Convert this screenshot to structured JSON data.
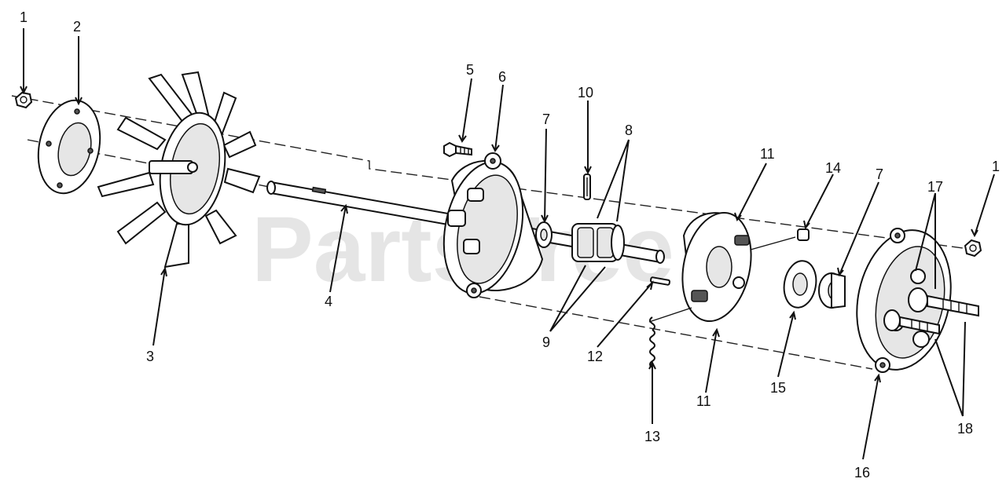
{
  "watermark": "PartsTree",
  "callouts": [
    {
      "id": "c1a",
      "text": "1"
    },
    {
      "id": "c2",
      "text": "2"
    },
    {
      "id": "c3",
      "text": "3"
    },
    {
      "id": "c4",
      "text": "4"
    },
    {
      "id": "c5",
      "text": "5"
    },
    {
      "id": "c6",
      "text": "6"
    },
    {
      "id": "c7a",
      "text": "7"
    },
    {
      "id": "c8",
      "text": "8"
    },
    {
      "id": "c9",
      "text": "9"
    },
    {
      "id": "c10",
      "text": "10"
    },
    {
      "id": "c11a",
      "text": "11"
    },
    {
      "id": "c11b",
      "text": "11"
    },
    {
      "id": "c12",
      "text": "12"
    },
    {
      "id": "c13",
      "text": "13"
    },
    {
      "id": "c14",
      "text": "14"
    },
    {
      "id": "c7b",
      "text": "7"
    },
    {
      "id": "c15",
      "text": "15"
    },
    {
      "id": "c16",
      "text": "16"
    },
    {
      "id": "c17",
      "text": "17"
    },
    {
      "id": "c18",
      "text": "18"
    },
    {
      "id": "c1b",
      "text": "1"
    }
  ]
}
